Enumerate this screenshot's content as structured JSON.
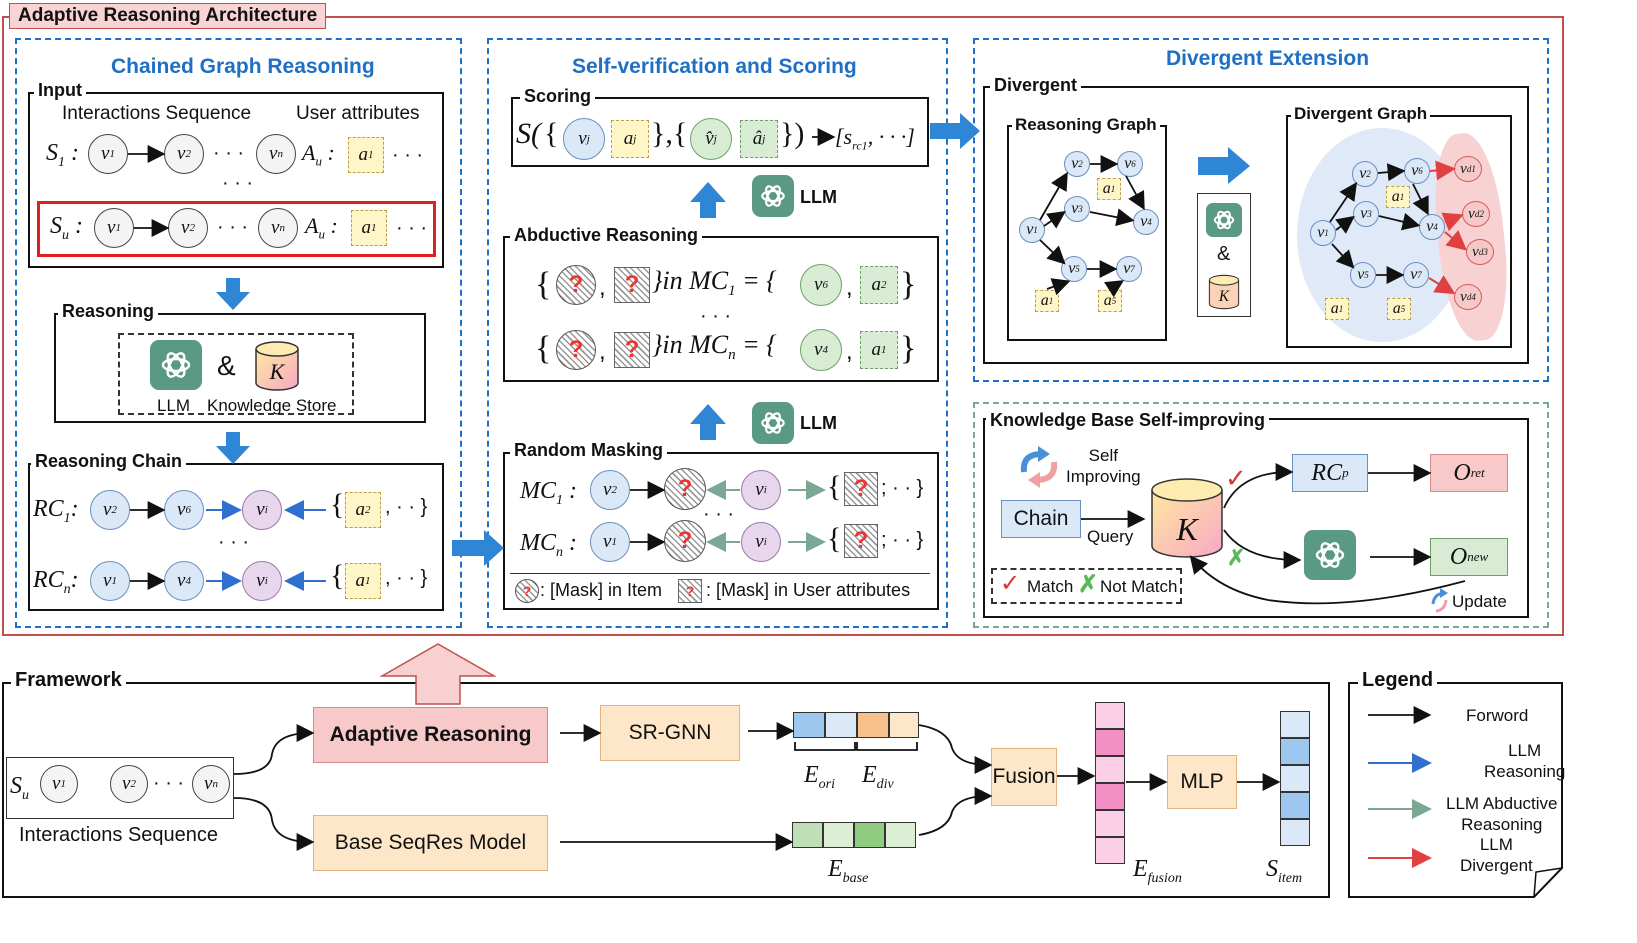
{
  "diagram": {
    "title": "Adaptive Reasoning Architecture",
    "chained": {
      "title": "Chained Graph Reasoning",
      "input_label": "Input",
      "interactions_label": "Interactions Sequence",
      "user_attr_label": "User attributes",
      "reasoning_label": "Reasoning",
      "llm_label": "LLM",
      "amp": "&",
      "kstore_label": "Knowledge Store",
      "chain_label": "Reasoning Chain",
      "dots": "· · ·"
    },
    "selfver": {
      "title": "Self-verification and Scoring",
      "scoring_label": "Scoring",
      "abductive_label": "Abductive Reasoning",
      "masking_label": "Random Masking",
      "llm_label": "LLM",
      "mask_item_legend": ": [Mask] in Item",
      "mask_attr_legend": ": [Mask] in User attributes",
      "in_mc1": "in MC",
      "dots": "· · ·"
    },
    "divergent": {
      "title": "Divergent Extension",
      "divergent_label": "Divergent",
      "reasoning_graph_label": "Reasoning Graph",
      "divergent_graph_label": "Divergent Graph",
      "amp": "&"
    },
    "kb": {
      "title": "Knowledge Base Self-improving",
      "self_improving": "Self\nImproving",
      "chain": "Chain",
      "query": "Query",
      "k": "K",
      "rcp": "RC",
      "oret": "O",
      "onew": "O",
      "match": "Match",
      "not_match": "Not Match",
      "update": "Update"
    },
    "framework": {
      "title": "Framework",
      "adaptive_reasoning": "Adaptive Reasoning",
      "sr_gnn": "SR-GNN",
      "base_model": "Base SeqRes Model",
      "fusion": "Fusion",
      "mlp": "MLP",
      "interactions_label": "Interactions Sequence",
      "e_ori": "E",
      "e_div": "E",
      "e_base": "E",
      "e_fusion": "E",
      "s_item": "S"
    },
    "legend": {
      "title": "Legend",
      "forward": "Forword",
      "llm_reasoning": "LLM\nReasoning",
      "llm_abductive": "LLM Abductive\nReasoning",
      "llm_divergent": "LLM\nDivergent"
    },
    "colors": {
      "outer_border": "#c0504d",
      "dash_blue": "#1f6fc5",
      "dash_green": "#7aa894",
      "arrow_blue": "#2e86d4",
      "llm_green": "#5a9a82",
      "peach": "#fde7c8",
      "pink": "#f7c9c9",
      "highlight_red": "#e02020"
    }
  }
}
